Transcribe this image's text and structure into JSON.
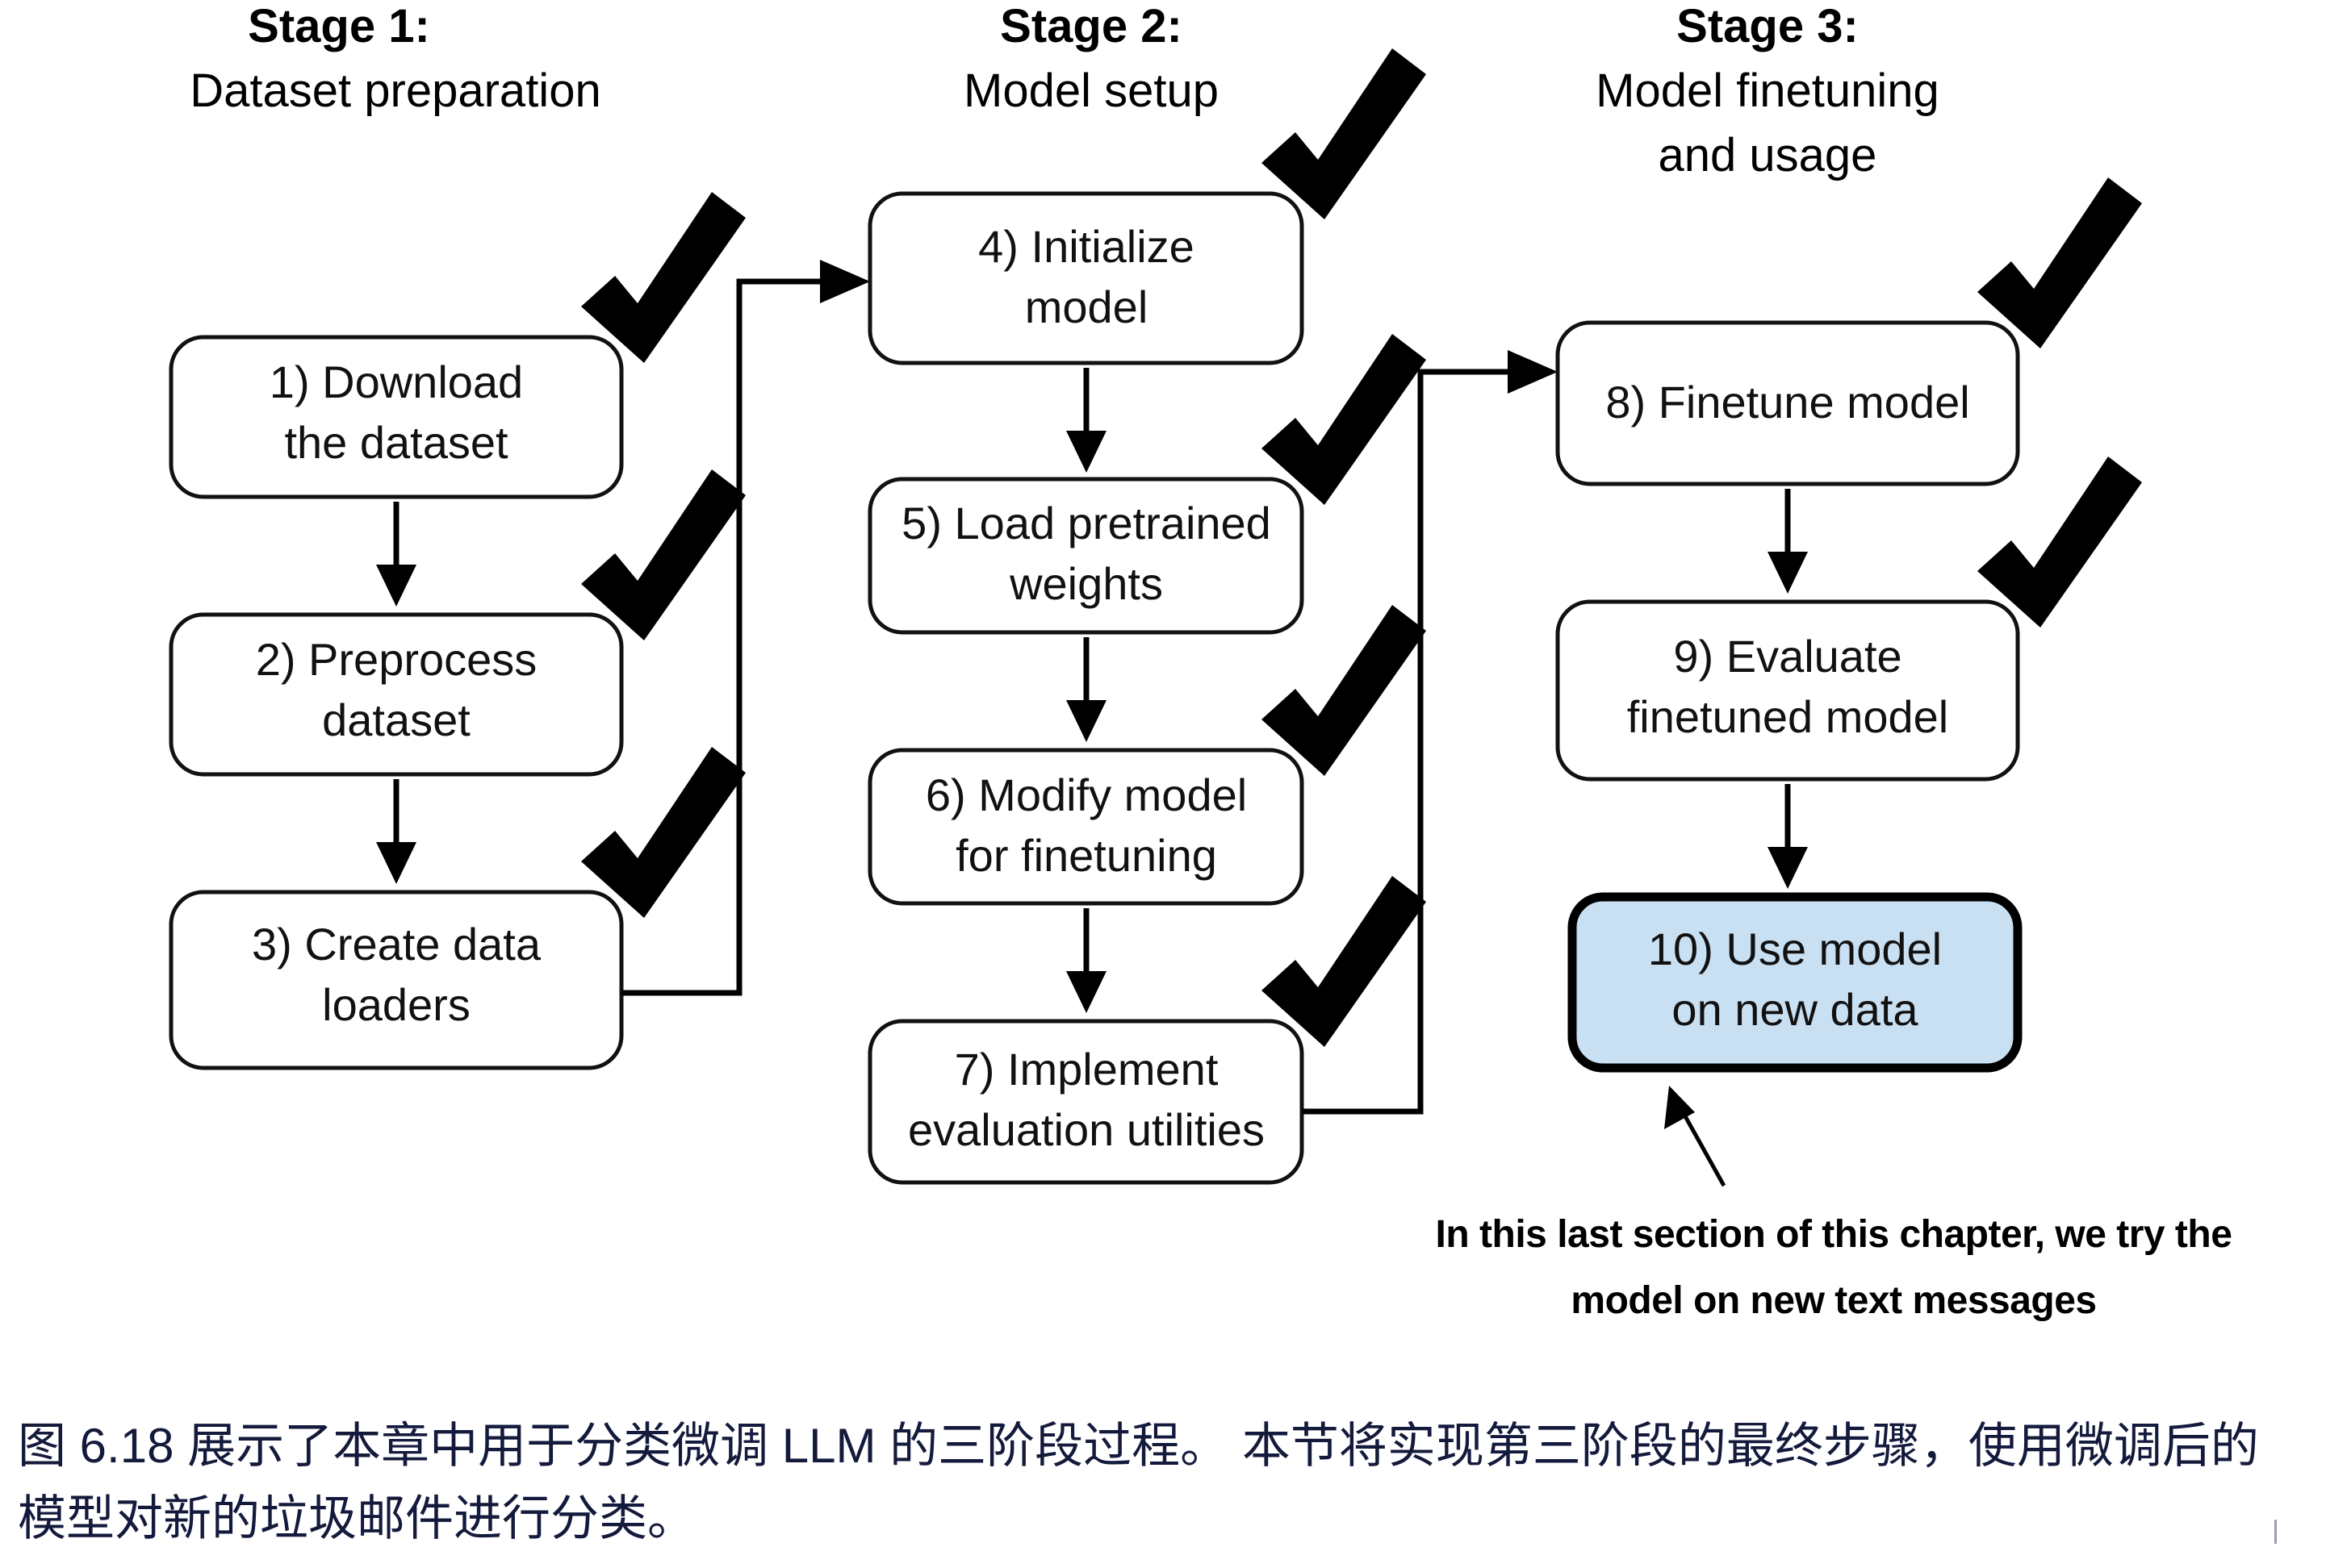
{
  "figure": {
    "stages": [
      {
        "id": "stage-1",
        "title": "Stage 1:",
        "subtitle": "Dataset preparation",
        "nodes": [
          {
            "id": "node-1",
            "line1": "1) Download",
            "line2": "the dataset",
            "checked": true,
            "highlight": false
          },
          {
            "id": "node-2",
            "line1": "2) Preprocess",
            "line2": "dataset",
            "checked": true,
            "highlight": false
          },
          {
            "id": "node-3",
            "line1": "3) Create data",
            "line2": "loaders",
            "checked": true,
            "highlight": false
          }
        ]
      },
      {
        "id": "stage-2",
        "title": "Stage 2:",
        "subtitle": "Model setup",
        "nodes": [
          {
            "id": "node-4",
            "line1": "4) Initialize",
            "line2": "model",
            "checked": true,
            "highlight": false
          },
          {
            "id": "node-5",
            "line1": "5) Load pretrained",
            "line2": "weights",
            "checked": true,
            "highlight": false
          },
          {
            "id": "node-6",
            "line1": "6) Modify model",
            "line2": "for finetuning",
            "checked": true,
            "highlight": false
          },
          {
            "id": "node-7",
            "line1": "7) Implement",
            "line2": "evaluation utilities",
            "checked": true,
            "highlight": false
          }
        ]
      },
      {
        "id": "stage-3",
        "title": "Stage 3:",
        "subtitle_line1": "Model finetuning",
        "subtitle_line2": "and usage",
        "nodes": [
          {
            "id": "node-8",
            "line1": "8) Finetune model",
            "line2": "",
            "checked": true,
            "highlight": false
          },
          {
            "id": "node-9",
            "line1": "9) Evaluate",
            "line2": "finetuned model",
            "checked": true,
            "highlight": false
          },
          {
            "id": "node-10",
            "line1": "10) Use model",
            "line2": "on new data",
            "checked": false,
            "highlight": true
          }
        ]
      }
    ],
    "annotation": {
      "line1": "In this last section of this chapter, we try the",
      "line2": "model on new text messages"
    },
    "colors": {
      "highlight_fill": "#c9dff2",
      "stroke": "#111111",
      "caption_text": "#141a3c"
    }
  },
  "caption": {
    "line1": "图 6.18 展示了本章中用于分类微调 LLM 的三阶段过程。 本节将实现第三阶段的最终步骤，使用微调后的",
    "line2": "模型对新的垃圾邮件进行分类。"
  }
}
